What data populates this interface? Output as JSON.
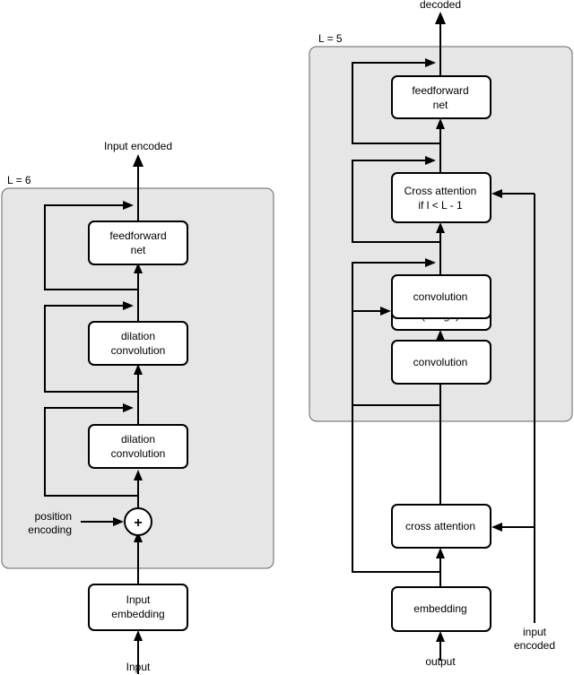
{
  "encoder": {
    "repeat_label": "L = 6",
    "output_label": "Input encoded",
    "input_label": "Input",
    "position_label_line1": "position",
    "position_label_line2": "encoding",
    "add_symbol": "+",
    "embedding_line1": "Input",
    "embedding_line2": "embedding",
    "dilation1_line1": "dilation",
    "dilation1_line2": "convolution",
    "dilation2_line1": "dilation",
    "dilation2_line2": "convolution",
    "feedforward_line1": "feedforward",
    "feedforward_line2": "net"
  },
  "decoder": {
    "repeat_label": "L = 5",
    "output_label": "decoded",
    "input_label": "output",
    "encoded_input_line1": "input",
    "encoded_input_line2": "encoded",
    "embedding_label": "embedding",
    "cross_attention_label": "cross attention",
    "merge_line1": "convolution",
    "merge_line2": "(merge)",
    "conv1_label": "convolution",
    "conv2_label": "convolution",
    "cond_attention_line1": "Cross attention",
    "cond_attention_line2": "if l < L - 1",
    "feedforward_line1": "feedforward",
    "feedforward_line2": "net"
  }
}
